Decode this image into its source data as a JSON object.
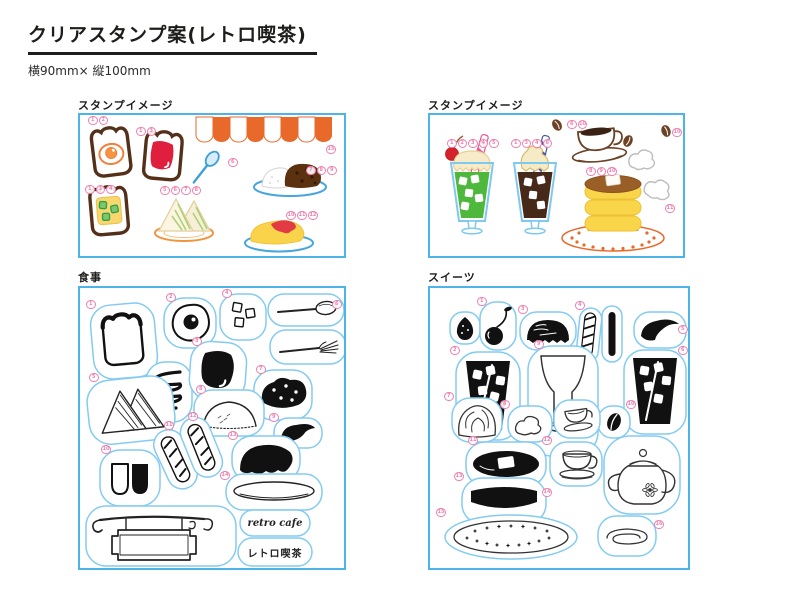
{
  "header": {
    "title": "クリアスタンプ案(レトロ喫茶)",
    "size": "横90mm× 縦100mm"
  },
  "colors": {
    "panel_border_blue": "#4db4e8",
    "blob_outline_blue": "#84cbf1",
    "label_pink": "#f07fae",
    "awning_orange": "#e8692a",
    "jam_red": "#e01e3e",
    "butter_yellow": "#f8d76d",
    "soda_green": "#4eb83c",
    "coffee_brown": "#47291a",
    "pancake_yellow": "#f9d54a",
    "plate_blue": "#45a5dd",
    "stamp_black": "#111111"
  },
  "panels": {
    "p1": {
      "heading": "スタンプイメージ",
      "items": {
        "egg_toast": {
          "name": "fried-egg-toast",
          "nums": "1,2"
        },
        "jam_toast": {
          "name": "jam-toast",
          "nums": "1,3"
        },
        "butter_toast": {
          "name": "butter-toast",
          "nums": "1,3,4"
        },
        "sandwich": {
          "name": "sandwich-plate",
          "nums": "5,6,7,8"
        },
        "spoon": {
          "name": "blue-spoon",
          "nums": "6"
        },
        "curry_rice": {
          "name": "curry-rice-plate",
          "nums": "7,8,9"
        },
        "omelette_rice": {
          "name": "omelette-rice-plate",
          "nums": "10,11,12"
        },
        "awning": {
          "name": "cafe-awning",
          "nums": "15"
        }
      }
    },
    "p2": {
      "heading": "スタンプイメージ",
      "items": {
        "cream_soda": {
          "name": "cream-soda-float",
          "nums": "1,2,3,4,5"
        },
        "coffee_float": {
          "name": "iced-coffee-float",
          "nums": "1,3,4,6"
        },
        "coffee_cup": {
          "name": "coffee-cup-saucer",
          "nums": "6,10"
        },
        "coffee_bean": {
          "name": "coffee-bean",
          "nums": "10"
        },
        "pancakes": {
          "name": "pancake-stack-plate",
          "nums": "8,9,10"
        },
        "steam": {
          "name": "steam-puffs",
          "nums": "11"
        }
      }
    },
    "p3": {
      "heading": "食事",
      "items": {
        "toast": {
          "name": "toast-stamp",
          "nums": "1"
        },
        "fried_egg": {
          "name": "fried-egg-stamp",
          "nums": "2"
        },
        "jam": {
          "name": "jam-blob-stamp",
          "nums": "3"
        },
        "butter_cubes": {
          "name": "butter-cubes-stamp",
          "nums": "4"
        },
        "sandwich": {
          "name": "sandwich-stamp",
          "nums": "5"
        },
        "spoon": {
          "name": "spoon-stamp",
          "nums": "6"
        },
        "fork": {
          "name": "fork-stamp",
          "nums": ""
        },
        "squiggle": {
          "name": "sauce-squiggle-stamp",
          "nums": ""
        },
        "curry_roux": {
          "name": "curry-roux-stamp",
          "nums": "7"
        },
        "rice": {
          "name": "rice-mound-stamp",
          "nums": "8"
        },
        "ketchup": {
          "name": "ketchup-swoosh-stamp",
          "nums": "9"
        },
        "butter_pats": {
          "name": "butter-pats-stamp",
          "nums": "10"
        },
        "straw_a": {
          "name": "striped-straw-stamp",
          "nums": "11"
        },
        "straw_b": {
          "name": "striped-straw-stamp",
          "nums": "12"
        },
        "omelette": {
          "name": "omelette-stamp",
          "nums": "13"
        },
        "plate": {
          "name": "plate-stamp",
          "nums": "14"
        },
        "sign": {
          "name": "hanging-sign-stamp",
          "nums": ""
        }
      },
      "text_stamps": {
        "en": "retro cafe",
        "jp": "レトロ喫茶"
      }
    },
    "p4": {
      "heading": "スイーツ",
      "items": {
        "nut": {
          "name": "berry-stamp",
          "nums": ""
        },
        "cherry": {
          "name": "cherry-stamp",
          "nums": "1"
        },
        "glass_ice_a": {
          "name": "ice-glass-stamp",
          "nums": "2"
        },
        "ice_cream": {
          "name": "ice-cream-scoop-stamp",
          "nums": "3"
        },
        "straw_striped": {
          "name": "striped-straw-stamp",
          "nums": "4"
        },
        "straw_solid": {
          "name": "solid-straw-stamp",
          "nums": ""
        },
        "cream_swoosh": {
          "name": "cream-swoosh-stamp",
          "nums": "5"
        },
        "glass_ice_b": {
          "name": "ice-glass-stamp",
          "nums": "6"
        },
        "whipped_cream": {
          "name": "whipped-cream-stamp",
          "nums": "7"
        },
        "steam_puff": {
          "name": "steam-puff-stamp",
          "nums": "8"
        },
        "parfait_glass": {
          "name": "float-glass-stamp",
          "nums": "9"
        },
        "coffee_bean": {
          "name": "coffee-bean-stamp",
          "nums": "10"
        },
        "pancake_top": {
          "name": "pancake-top-stamp",
          "nums": "11"
        },
        "cup_small": {
          "name": "small-cup-stamp",
          "nums": ""
        },
        "coffee_cup": {
          "name": "coffee-cup-stamp",
          "nums": "12"
        },
        "pancake_side": {
          "name": "pancake-side-stamp",
          "nums": "13"
        },
        "lace_cup": {
          "name": "lace-cup-stamp",
          "nums": "14"
        },
        "teapot": {
          "name": "teapot-stamp",
          "nums": ""
        },
        "dotted_plate": {
          "name": "star-dot-plate-stamp",
          "nums": "15"
        },
        "saucer": {
          "name": "swirl-saucer-stamp",
          "nums": "16"
        }
      }
    }
  }
}
